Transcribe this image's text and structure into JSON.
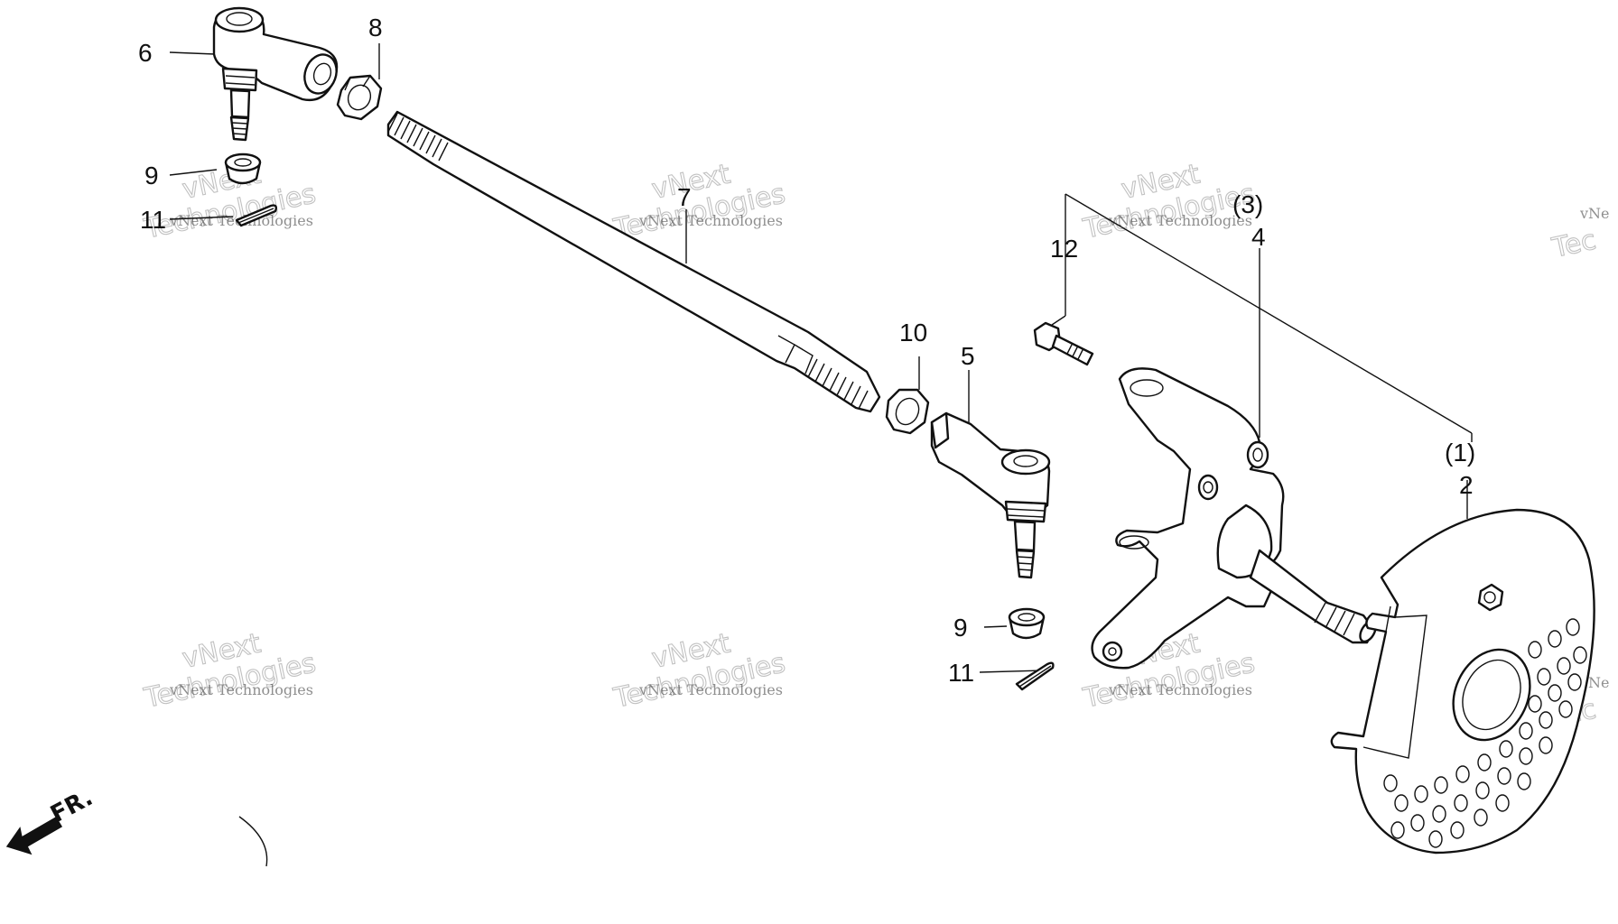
{
  "labels": {
    "p1": "(1)",
    "p2": "2",
    "p3": "(3)",
    "p4": "4",
    "p5": "5",
    "p6": "6",
    "p7": "7",
    "p8": "8",
    "p9a": "9",
    "p9b": "9",
    "p10": "10",
    "p11a": "11",
    "p11b": "11",
    "p12": "12"
  },
  "direction_marker": "FR.",
  "watermark": {
    "small": "vNext Technologies",
    "big_top": "vNext",
    "big_bottom": "Technologies",
    "edge_small": "vNe",
    "edge_big": "Tec"
  }
}
